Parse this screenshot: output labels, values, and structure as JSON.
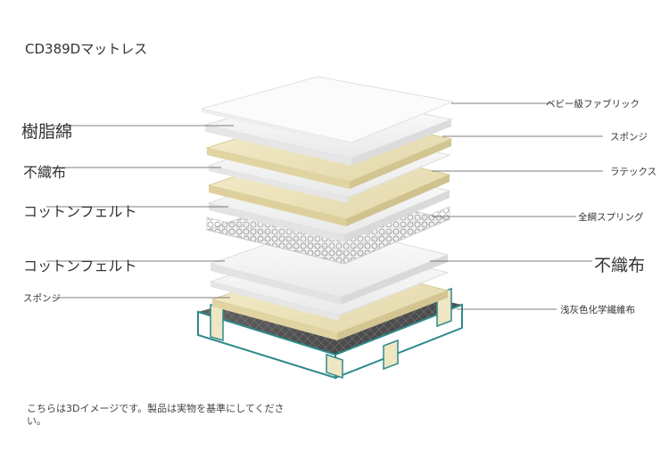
{
  "title": "CD389Dマットレス",
  "left_labels": [
    "樹脂綿",
    "不織布",
    "コットンフェルト",
    "コットンフェルト",
    "スポンジ"
  ],
  "right_labels": [
    "ベビー級ファブリック",
    "スポンジ",
    "ラテックス",
    "全綱スプリング",
    "不織布",
    "浅灰色化学繊維布"
  ],
  "note": "こちらは3Dイメージです。製品は実物を基準にしてください。",
  "colors": {
    "cream": "#efe6c4",
    "white_layer": "#f6f6f6",
    "edge": "#2f8a8a",
    "leader": "#555555"
  }
}
